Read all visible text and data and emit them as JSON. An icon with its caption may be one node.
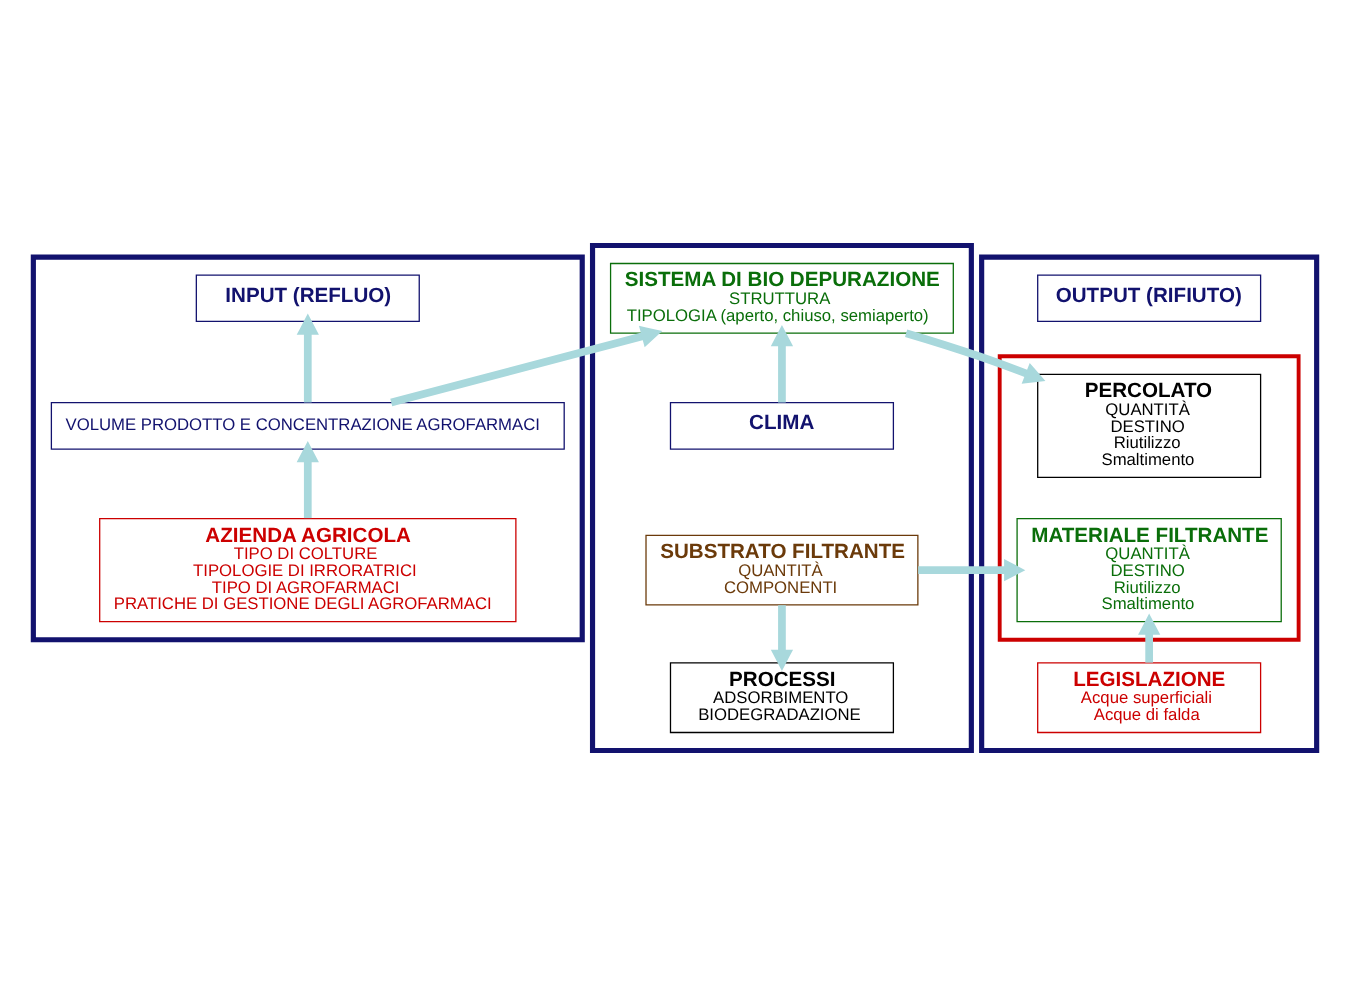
{
  "diagram": {
    "nodes": [
      {
        "text": [],
        "shape": "box"
      },
      {
        "text": [
          "INPUT (REFLUO)"
        ],
        "in": 0
      },
      {
        "text": [
          "VOLUME PRODOTTO E CONCENTRAZIONE AGROFARMACI"
        ],
        "in": 0
      },
      {
        "text": [
          "AZIENDA AGRICOLA",
          "TIPO DI COLTURE",
          "TIPOLOGIE DI IRRORATRICI",
          "TIPO DI AGROFARMACI",
          "PRATICHE DI GESTIONE DEGLI AGROFARMACI"
        ],
        "in": 0
      },
      {
        "text": [],
        "shape": "box"
      },
      {
        "text": [
          "SISTEMA DI BIO DEPURAZIONE",
          "STRUTTURA",
          "TIPOLOGIA (aperto, chiuso, semiaperto)"
        ],
        "in": 4
      },
      {
        "text": [
          "CLIMA"
        ],
        "in": 4
      },
      {
        "text": [
          "SUBSTRATO FILTRANTE",
          "QUANTITÀ",
          "COMPONENTI"
        ],
        "in": 4
      },
      {
        "text": [
          "PROCESSI",
          "ADSORBIMENTO",
          "BIODEGRADAZIONE"
        ],
        "in": 4
      },
      {
        "text": [],
        "shape": "box"
      },
      {
        "text": [
          "OUTPUT (RIFIUTO)"
        ],
        "in": 9
      },
      {
        "text": [],
        "shape": "box",
        "in": 9
      },
      {
        "text": [
          "PERCOLATO",
          "QUANTITÀ",
          "DESTINO",
          "Riutilizzo",
          "Smaltimento"
        ],
        "in": 11
      },
      {
        "text": [
          "MATERIALE FILTRANTE",
          "QUANTITÀ",
          "DESTINO",
          "Riutilizzo",
          "Smaltimento"
        ],
        "in": 11
      },
      {
        "text": [
          "LEGISLAZIONE",
          "Acque superficiali",
          "Acque di falda"
        ],
        "in": 9
      }
    ],
    "edges": [
      {
        "from": 2,
        "to": 1,
        "arrow": "to"
      },
      {
        "from": 3,
        "to": 2,
        "arrow": "to"
      },
      {
        "from": 2,
        "to": 5,
        "arrow": "to"
      },
      {
        "from": 6,
        "to": 5,
        "arrow": "to"
      },
      {
        "from": 5,
        "to": 12,
        "arrow": "to"
      },
      {
        "from": 7,
        "to": 13,
        "arrow": "to"
      },
      {
        "from": 7,
        "to": 8,
        "arrow": "to"
      },
      {
        "from": 14,
        "to": 13,
        "arrow": "to"
      }
    ]
  }
}
